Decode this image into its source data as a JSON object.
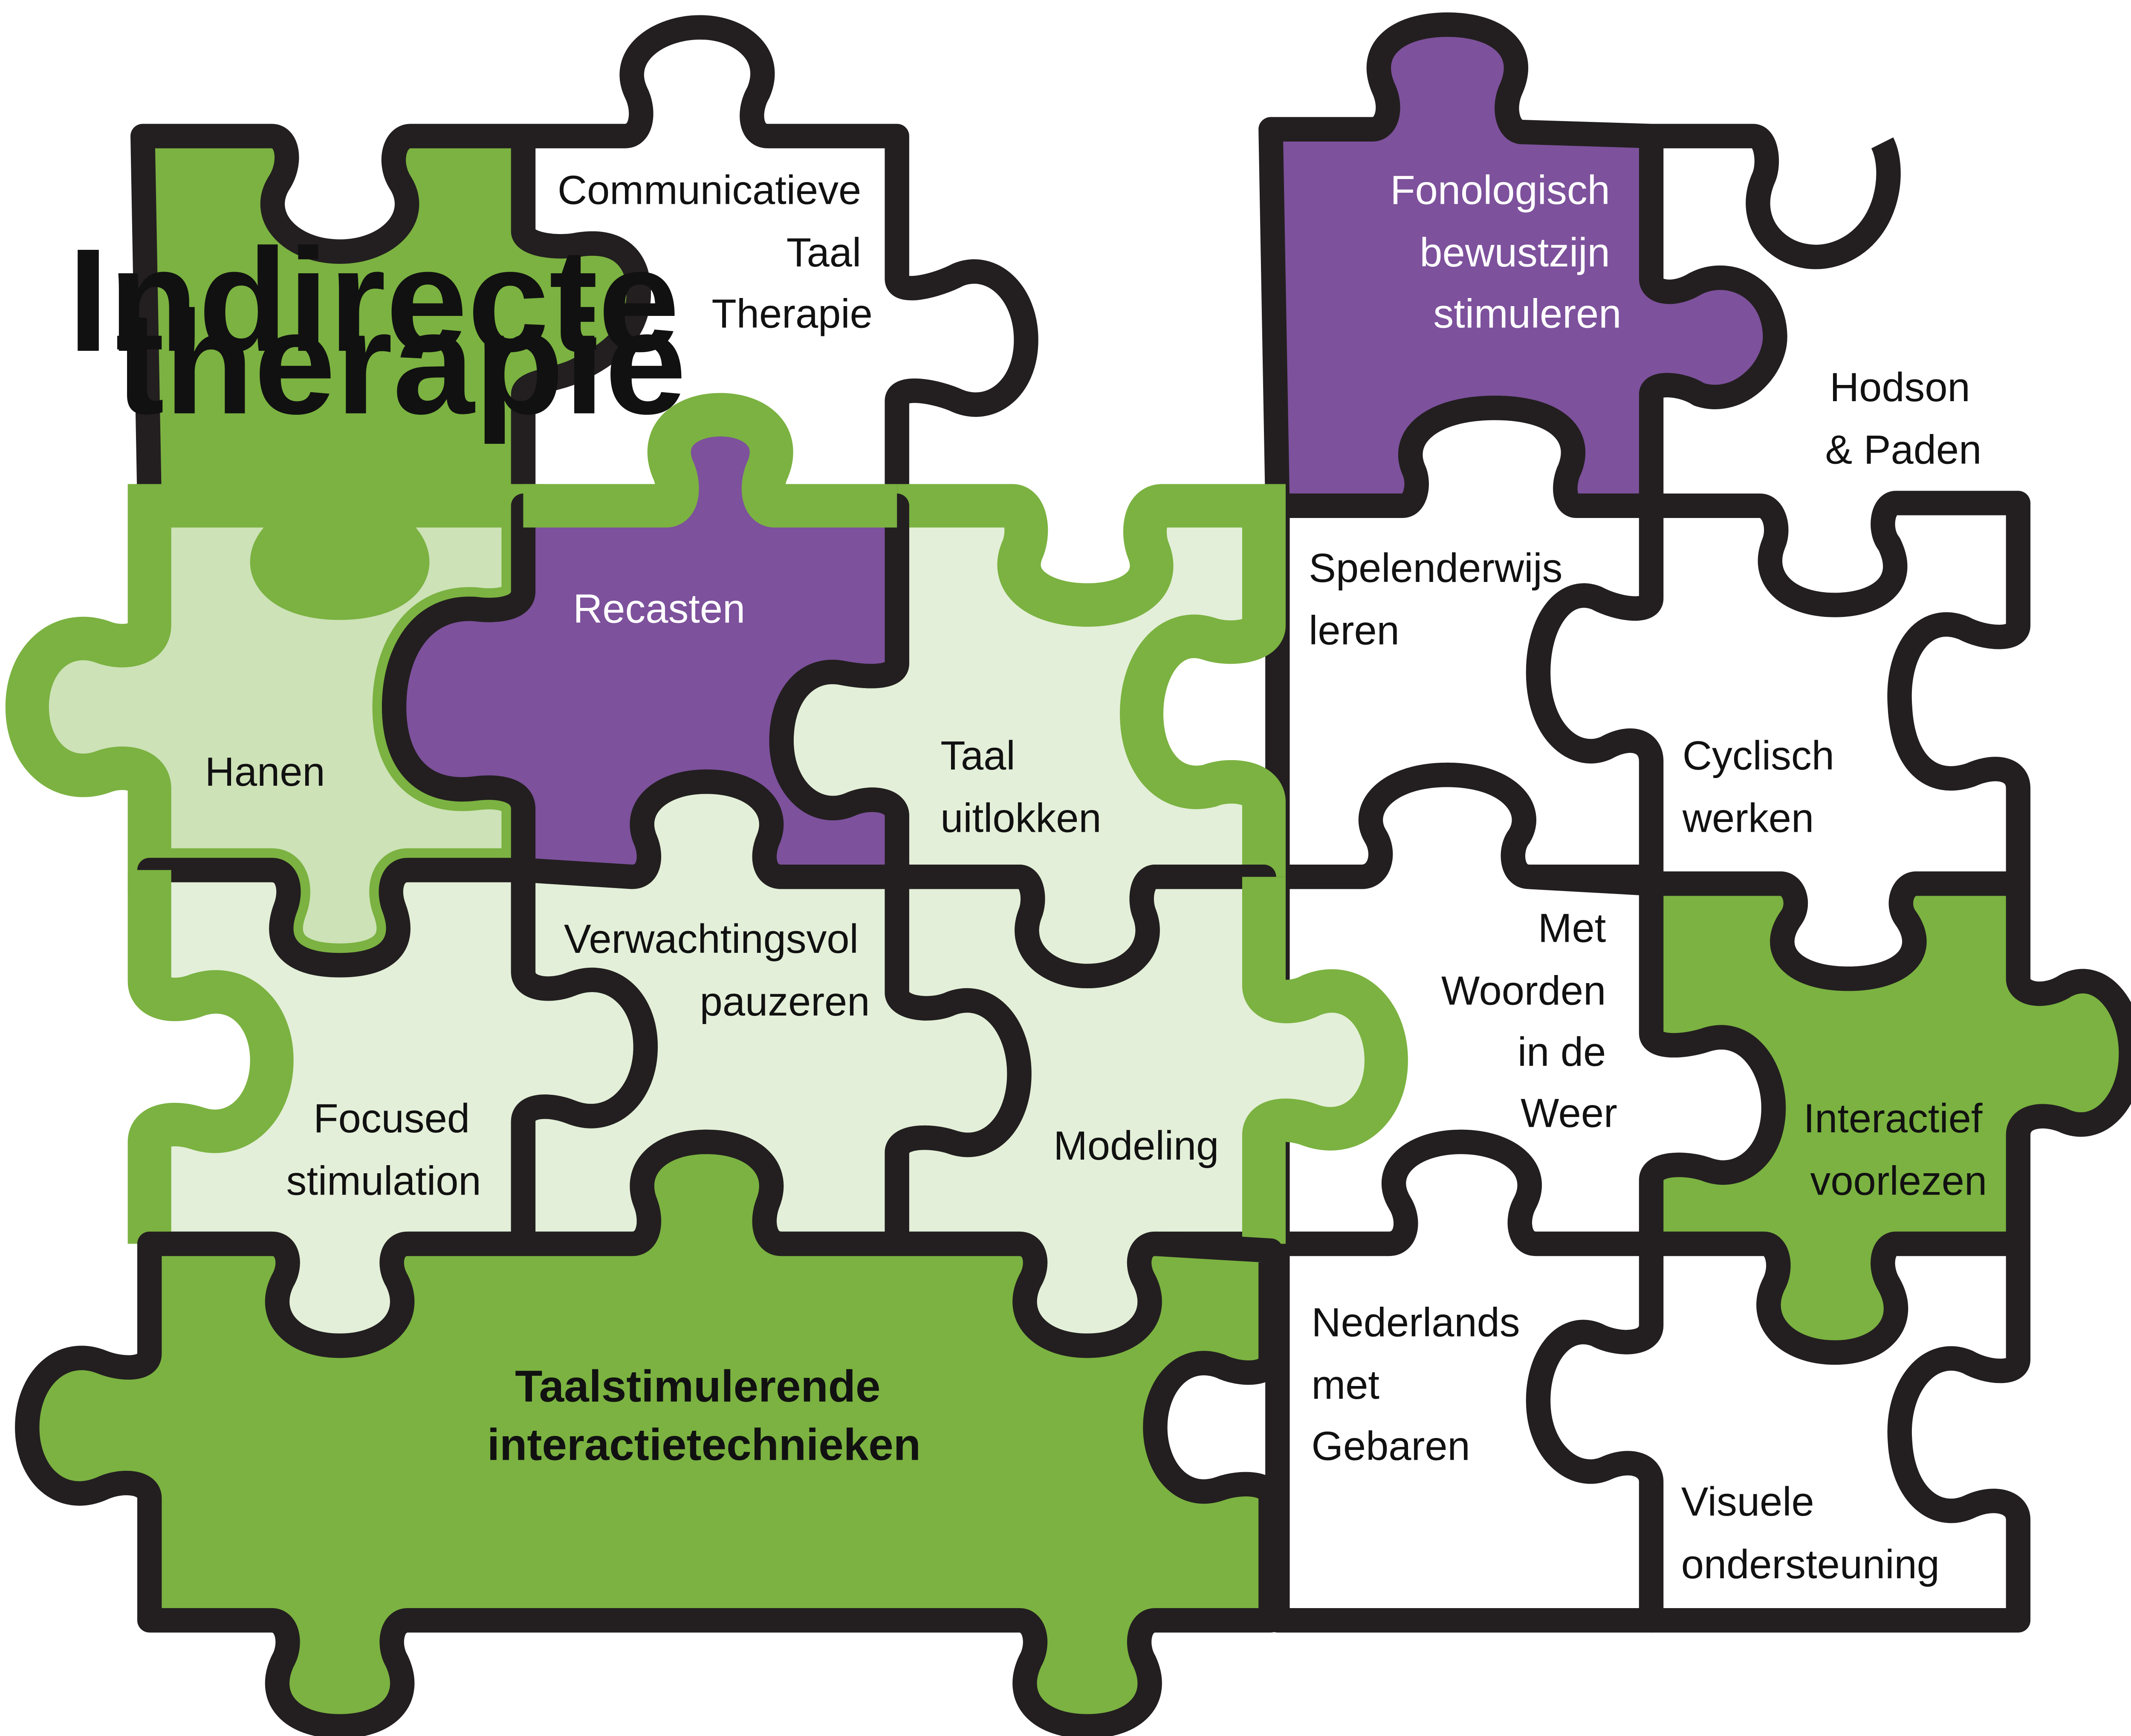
{
  "colors": {
    "dark_green": "#7bb241",
    "light_green": "#e3efd8",
    "mid_green": "#cde2b7",
    "purple": "#7d519c",
    "white": "#ffffff",
    "outline": "#231f20"
  },
  "pieces": {
    "indirecte_therapie": {
      "line1": "Indirecte",
      "line2": "therapie"
    },
    "communicatieve_taal_therapie": {
      "line1": "Communicatieve",
      "line2": "Taal",
      "line3": "Therapie"
    },
    "fonologisch_bewustzijn": {
      "line1": "Fonologisch",
      "line2": "bewustzijn",
      "line3": "stimuleren"
    },
    "hodson_paden": {
      "line1": "Hodson",
      "line2": "& Paden"
    },
    "hanen": {
      "line1": "Hanen"
    },
    "recasten": {
      "line1": "Recasten"
    },
    "taal_uitlokken": {
      "line1": "Taal",
      "line2": "uitlokken"
    },
    "spelenderwijs_leren": {
      "line1": "Spelenderwijs",
      "line2": "leren"
    },
    "cyclisch_werken": {
      "line1": "Cyclisch",
      "line2": "werken"
    },
    "focused_stimulation": {
      "line1": "Focused",
      "line2": "stimulation"
    },
    "verwachtingsvol_pauzeren": {
      "line1": "Verwachtingsvol",
      "line2": "pauzeren"
    },
    "modeling": {
      "line1": "Modeling"
    },
    "met_woorden_in_de_weer": {
      "line1": "Met",
      "line2": "Woorden",
      "line3": "in de",
      "line4": "Weer"
    },
    "interactief_voorlezen": {
      "line1": "Interactief",
      "line2": "voorlezen"
    },
    "taalstimulerende": {
      "line1": "Taalstimulerende",
      "line2": "interactietechnieken"
    },
    "nederlands_met_gebaren": {
      "line1": "Nederlands",
      "line2": "met",
      "line3": "Gebaren"
    },
    "visuele_ondersteuning": {
      "line1": "Visuele",
      "line2": "ondersteuning"
    }
  }
}
